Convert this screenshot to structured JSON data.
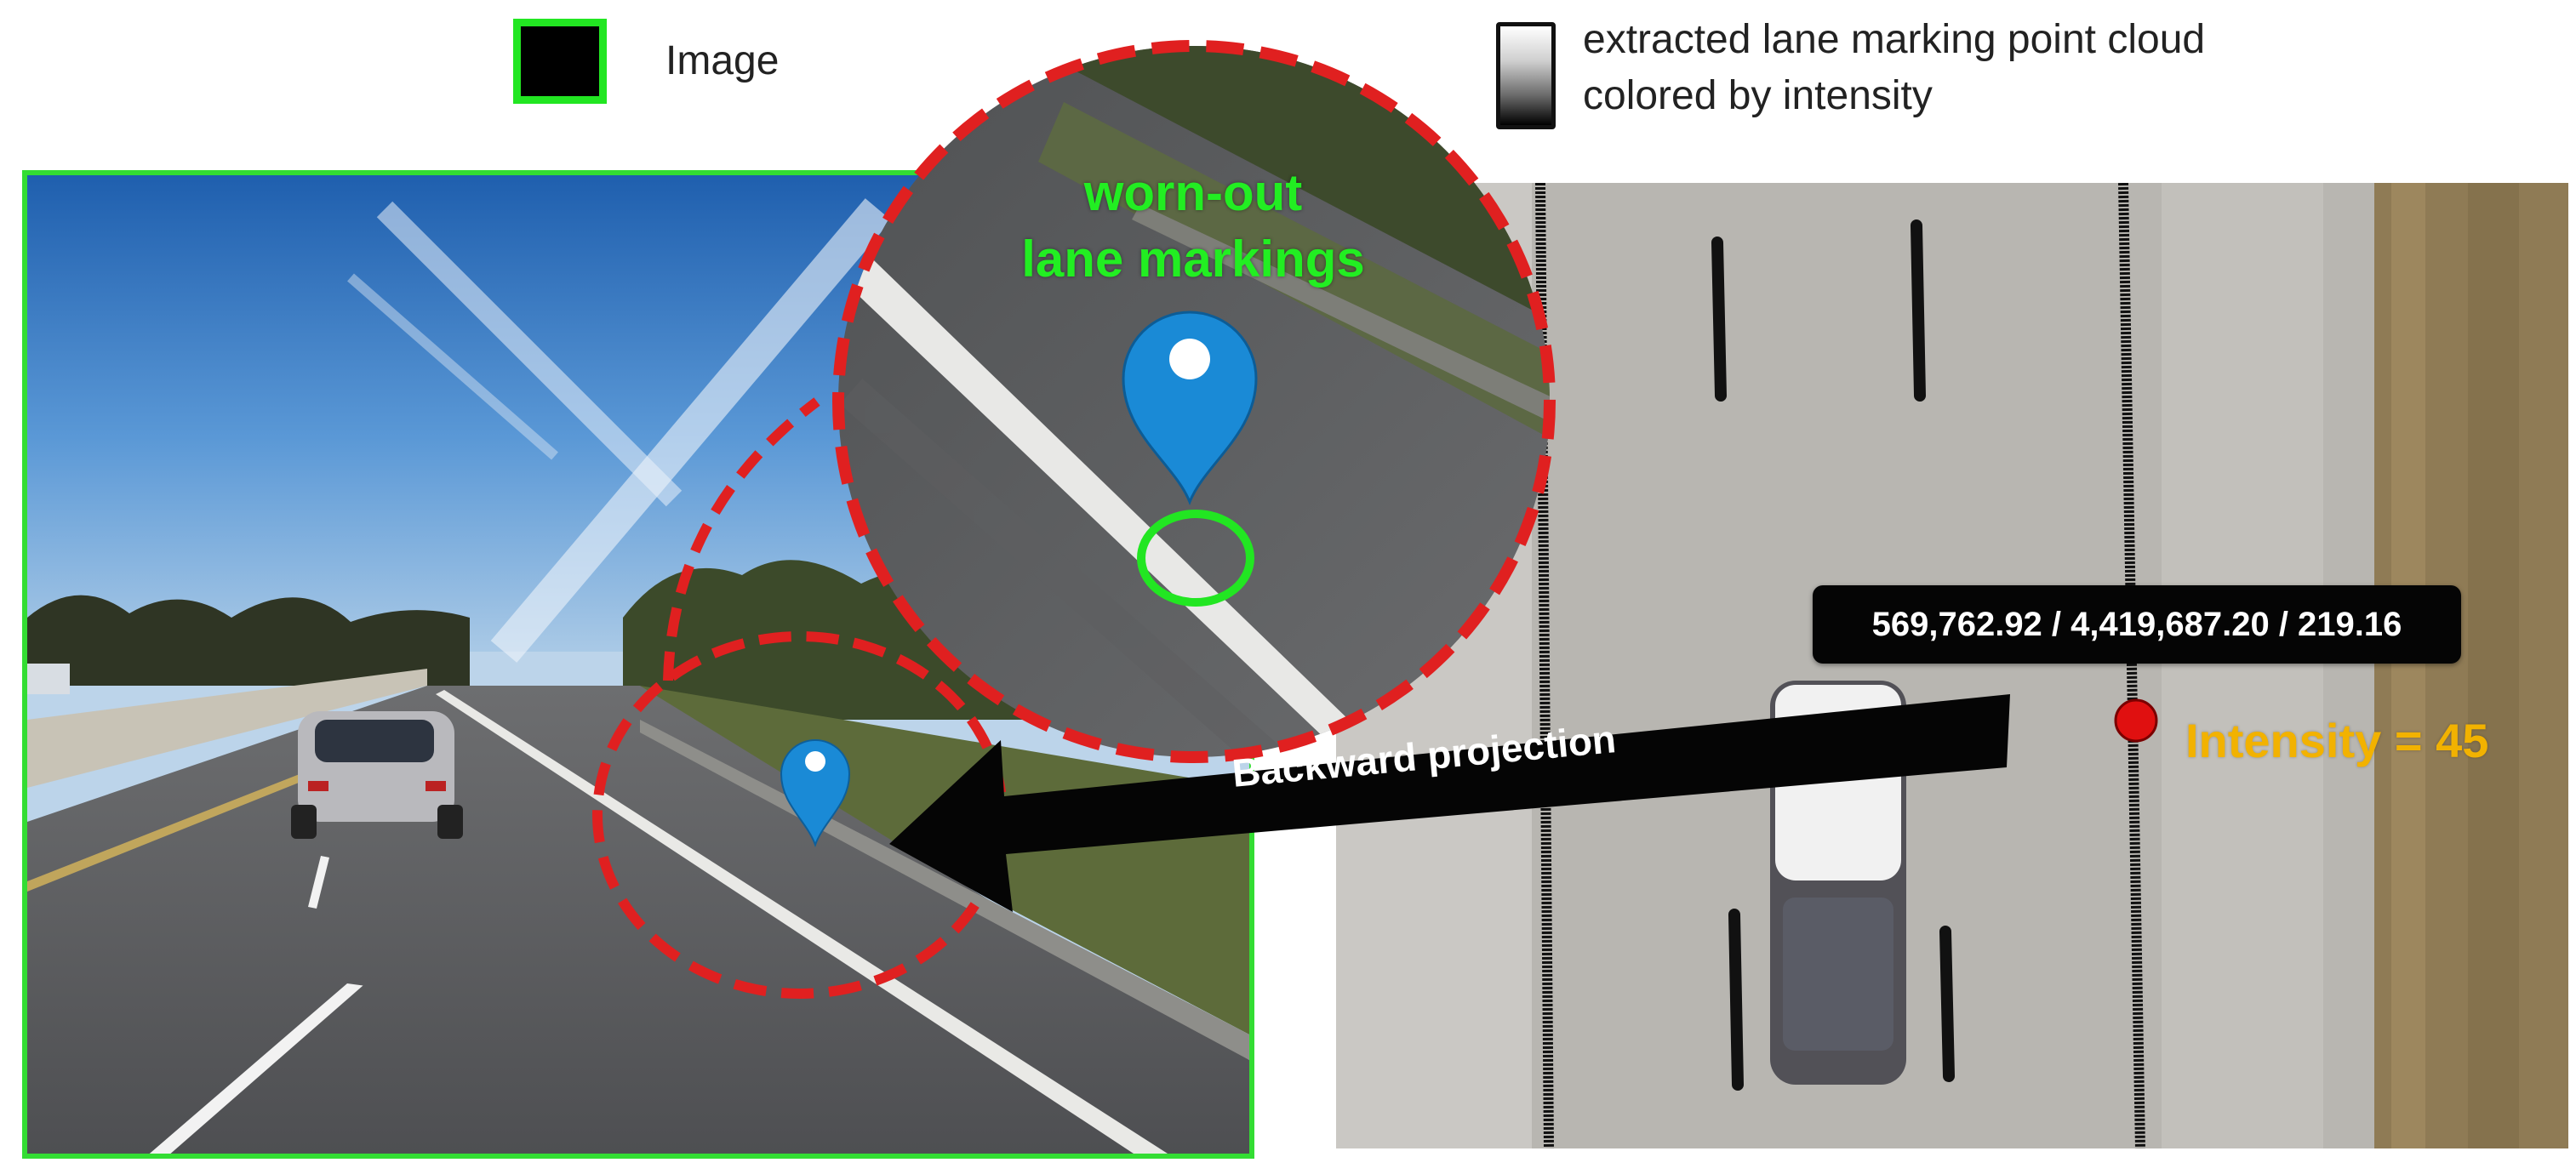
{
  "legend": {
    "image_label": "Image",
    "cloud_label_line1": "extracted lane marking point cloud",
    "cloud_label_line2": "colored by intensity",
    "image_swatch_fill": "#000000",
    "image_swatch_border": "#22e622"
  },
  "zoom": {
    "title_line1": "worn-out",
    "title_line2": "lane markings",
    "title_color": "#22ee22",
    "circle_color": "#e02020"
  },
  "point_cloud": {
    "coordinates": "569,762.92 / 4,419,687.20 / 219.16",
    "intensity_label": "Intensity = 45",
    "intensity_color": "#f2b200",
    "point_color": "#e01010"
  },
  "arrow": {
    "label": "Backward projection"
  },
  "icons": {
    "pin": "map-pin-icon",
    "marker_color": "#1a8ad6"
  }
}
